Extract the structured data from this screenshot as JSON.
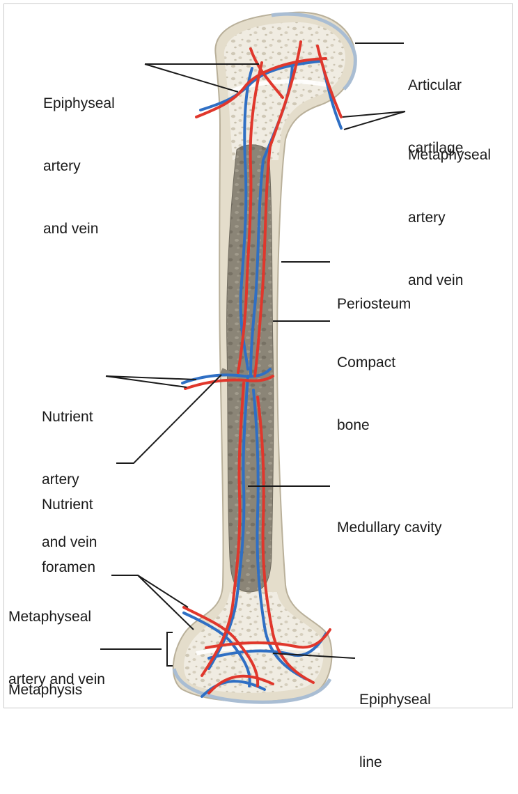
{
  "labels": {
    "epiphyseal_artery_vein_top": [
      "Epiphyseal",
      "artery",
      "and vein"
    ],
    "articular_cartilage": [
      "Articular",
      "cartilage"
    ],
    "metaphyseal_artery_vein_top": [
      "Metaphyseal",
      "artery",
      "and vein"
    ],
    "periosteum": [
      "Periosteum"
    ],
    "compact_bone": [
      "Compact",
      "bone"
    ],
    "nutrient_artery_vein": [
      "Nutrient",
      "artery",
      "and vein"
    ],
    "nutrient_foramen": [
      "Nutrient",
      "foramen"
    ],
    "medullary_cavity": [
      "Medullary cavity"
    ],
    "metaphyseal_artery_vein_bottom": [
      "Metaphyseal",
      "artery and vein"
    ],
    "metaphysis": [
      "Metaphysis"
    ],
    "epiphyseal_line": [
      "Epiphyseal",
      "line"
    ]
  },
  "colors": {
    "artery": "#e0372c",
    "vein": "#2f6fc4",
    "periosteum_bone": "#e4ddcb",
    "spongy_bone": "#f0ece2",
    "marrow": "#8b8577",
    "cartilage": "#a9bdd3",
    "leader_line": "#1a1a1a"
  }
}
